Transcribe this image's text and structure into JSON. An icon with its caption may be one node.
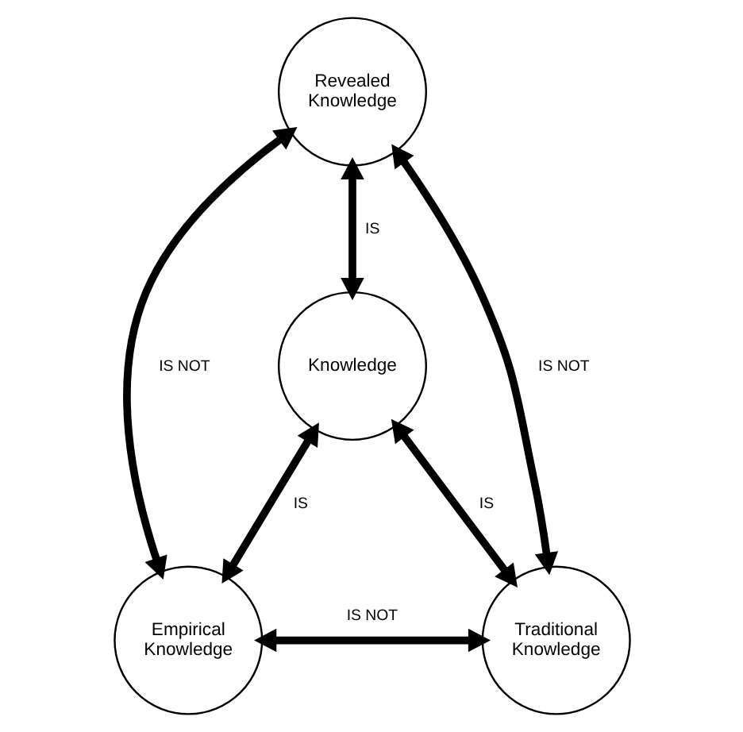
{
  "diagram": {
    "nodes": [
      {
        "text": [
          "Revealed Knowledge"
        ]
      },
      {
        "text": [
          "Knowledge"
        ]
      },
      {
        "text": [
          "Empirical Knowledge"
        ]
      },
      {
        "text": [
          "Traditional Knowledge"
        ]
      }
    ],
    "edges": [
      {
        "from": 0,
        "to": 1,
        "arrow": "both",
        "label": "IS"
      },
      {
        "from": 1,
        "to": 2,
        "arrow": "both",
        "label": "IS"
      },
      {
        "from": 1,
        "to": 3,
        "arrow": "both",
        "label": "IS"
      },
      {
        "from": 0,
        "to": 2,
        "arrow": "both",
        "label": "IS NOT"
      },
      {
        "from": 0,
        "to": 3,
        "arrow": "both",
        "label": "IS NOT"
      },
      {
        "from": 2,
        "to": 3,
        "arrow": "both",
        "label": "IS NOT"
      }
    ]
  }
}
